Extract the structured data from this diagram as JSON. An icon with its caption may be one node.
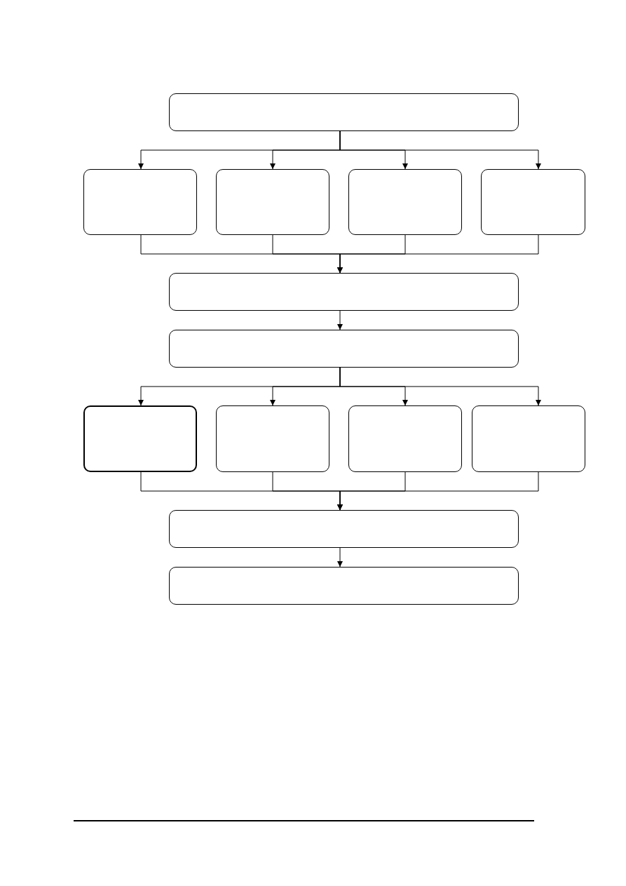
{
  "diagram": {
    "nodes": [
      {
        "text": [],
        "shape": "box"
      },
      {
        "text": [],
        "shape": "box"
      },
      {
        "text": [],
        "shape": "box"
      },
      {
        "text": [],
        "shape": "box"
      },
      {
        "text": [],
        "shape": "box"
      },
      {
        "text": [],
        "shape": "box"
      },
      {
        "text": [],
        "shape": "box"
      },
      {
        "text": [],
        "shape": "box"
      },
      {
        "text": [],
        "shape": "box"
      },
      {
        "text": [],
        "shape": "box"
      },
      {
        "text": [],
        "shape": "box"
      },
      {
        "text": [],
        "shape": "box"
      },
      {
        "text": [],
        "shape": "box"
      }
    ],
    "edges": [
      {
        "from": 0,
        "to": 1,
        "arrow": "to"
      },
      {
        "from": 0,
        "to": 2,
        "arrow": "to"
      },
      {
        "from": 0,
        "to": 3,
        "arrow": "to"
      },
      {
        "from": 0,
        "to": 4,
        "arrow": "to"
      },
      {
        "from": 1,
        "to": 5,
        "arrow": "to"
      },
      {
        "from": 2,
        "to": 5,
        "arrow": "to"
      },
      {
        "from": 3,
        "to": 5,
        "arrow": "to"
      },
      {
        "from": 4,
        "to": 5,
        "arrow": "to"
      },
      {
        "from": 5,
        "to": 6,
        "arrow": "to"
      },
      {
        "from": 6,
        "to": 7,
        "arrow": "to"
      },
      {
        "from": 6,
        "to": 8,
        "arrow": "to"
      },
      {
        "from": 6,
        "to": 9,
        "arrow": "to"
      },
      {
        "from": 6,
        "to": 10,
        "arrow": "to"
      },
      {
        "from": 7,
        "to": 11,
        "arrow": "to"
      },
      {
        "from": 8,
        "to": 11,
        "arrow": "to"
      },
      {
        "from": 9,
        "to": 11,
        "arrow": "to"
      },
      {
        "from": 10,
        "to": 11,
        "arrow": "to"
      },
      {
        "from": 11,
        "to": 12,
        "arrow": "to"
      }
    ]
  }
}
